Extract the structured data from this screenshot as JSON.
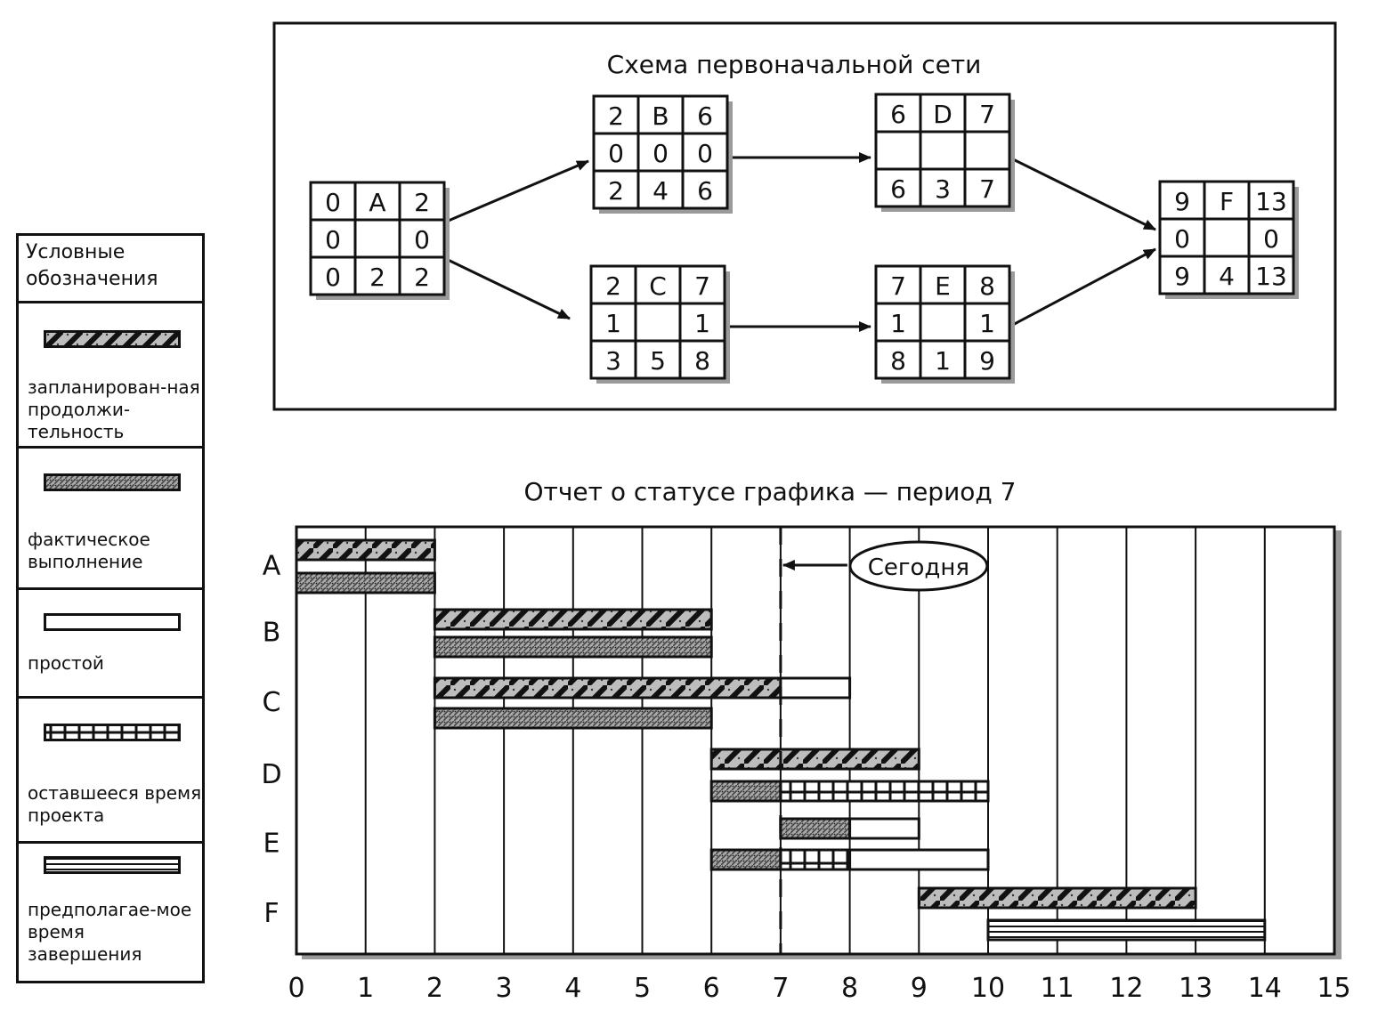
{
  "legend": {
    "title": "Условные обозначения",
    "items": [
      {
        "key": "planned",
        "label": "запланирован-ная продолжи-тельность"
      },
      {
        "key": "actual",
        "label": "фактическое выполнение"
      },
      {
        "key": "slack",
        "label": "простой"
      },
      {
        "key": "remaining",
        "label": "оставшееся время проекта"
      },
      {
        "key": "forecast",
        "label": "предполагае-мое время завершения"
      }
    ]
  },
  "network": {
    "title": "Схема первоначальной сети",
    "nodes": [
      {
        "id": "A",
        "cells": [
          "0",
          "A",
          "2",
          "0",
          "",
          "0",
          "0",
          "2",
          "2"
        ]
      },
      {
        "id": "B",
        "cells": [
          "2",
          "B",
          "6",
          "0",
          "0",
          "0",
          "2",
          "4",
          "6"
        ]
      },
      {
        "id": "C",
        "cells": [
          "2",
          "C",
          "7",
          "1",
          "",
          "1",
          "3",
          "5",
          "8"
        ]
      },
      {
        "id": "D",
        "cells": [
          "6",
          "D",
          "7",
          "",
          "",
          "",
          "6",
          "3",
          "7"
        ]
      },
      {
        "id": "E",
        "cells": [
          "7",
          "E",
          "8",
          "1",
          "",
          "1",
          "8",
          "1",
          "9"
        ]
      },
      {
        "id": "F",
        "cells": [
          "9",
          "F",
          "13",
          "0",
          "",
          "0",
          "9",
          "4",
          "13"
        ]
      }
    ],
    "edges": [
      [
        "A",
        "B"
      ],
      [
        "A",
        "C"
      ],
      [
        "B",
        "D"
      ],
      [
        "C",
        "E"
      ],
      [
        "D",
        "F"
      ],
      [
        "E",
        "F"
      ]
    ]
  },
  "chart_data": {
    "type": "gantt",
    "title": "Отчет о статусе графика — период 7",
    "x_ticks": [
      "0",
      "1",
      "2",
      "3",
      "4",
      "5",
      "6",
      "7",
      "8",
      "9",
      "10",
      "11",
      "12",
      "13",
      "14",
      "15"
    ],
    "xlim": [
      0,
      15
    ],
    "today": 7,
    "today_label": "Сегодня",
    "tasks": [
      {
        "name": "A",
        "planned": [
          0,
          2
        ],
        "actual": [
          0,
          2
        ]
      },
      {
        "name": "B",
        "planned": [
          2,
          6
        ],
        "actual": [
          2,
          6
        ]
      },
      {
        "name": "C",
        "planned": [
          2,
          7
        ],
        "slack": [
          7,
          8
        ],
        "actual": [
          2,
          6
        ]
      },
      {
        "name": "D",
        "planned": [
          6,
          9
        ],
        "actual": [
          6,
          7
        ],
        "remaining": [
          7,
          10
        ]
      },
      {
        "name": "E",
        "planned": [
          7,
          8
        ],
        "actual_top": [
          7,
          8
        ],
        "slack_top": [
          8,
          9
        ],
        "actual": [
          6,
          7
        ],
        "remaining": [
          7,
          8
        ],
        "slack": [
          8,
          10
        ]
      },
      {
        "name": "F",
        "planned": [
          9,
          13
        ],
        "forecast": [
          10,
          14
        ]
      }
    ]
  }
}
